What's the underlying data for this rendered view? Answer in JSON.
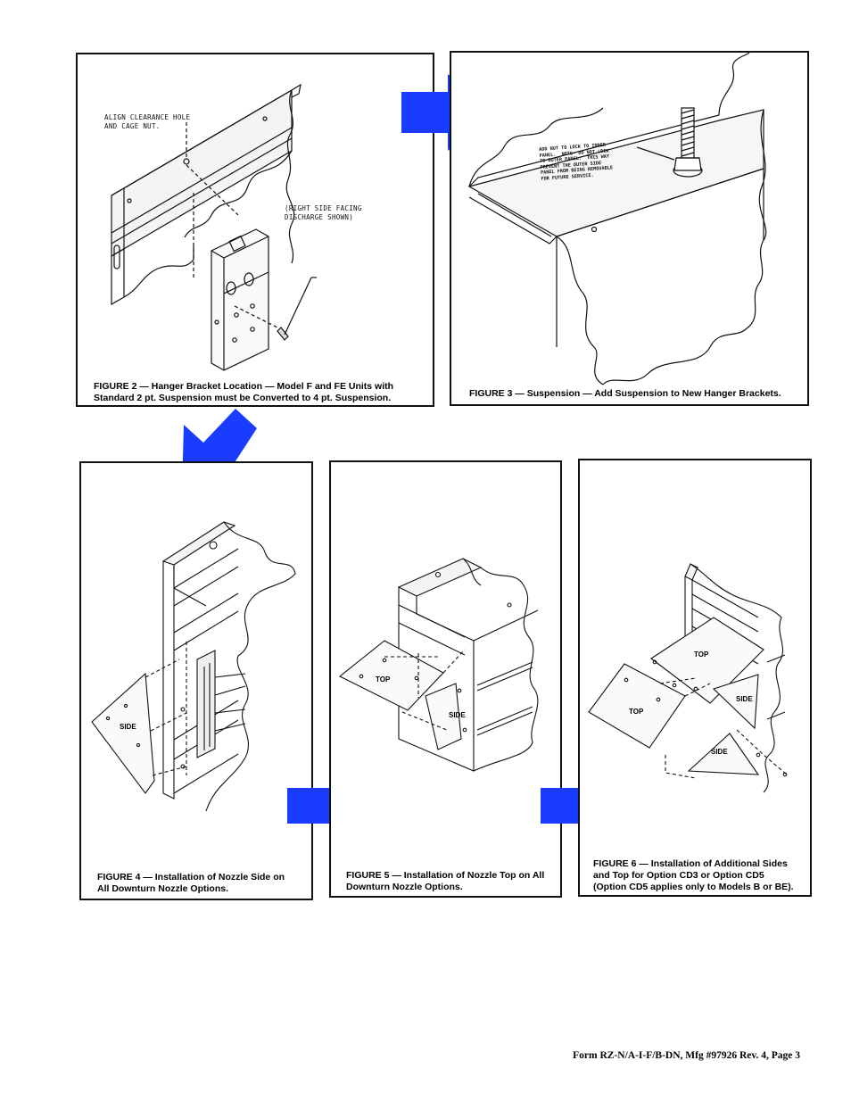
{
  "colors": {
    "arrow": "#1a3cff",
    "line": "#111111",
    "background": "#ffffff"
  },
  "figure2": {
    "title": "FIGURE 2 — Hanger Bracket Location  — Model F and FE Units with",
    "subtitle": "Standard 2 pt. Suspension must be Converted to 4 pt. Suspension.",
    "note_align": "ALIGN CLEARANCE HOLE\nAND CAGE NUT.",
    "note_side": "(RIGHT SIDE FACING\nDISCHARGE SHOWN)"
  },
  "figure3": {
    "title": "FIGURE 3 — Suspension — Add Suspension to New Hanger Brackets.",
    "note_nut": "ADD NUT TO LOCK TO INNER\nPANEL.  NOTE- DO NOT LOCK\nTO OUTER PANEL.  THIS WAY\nPREVENT THE OUTER SIDE\nPANEL FROM BEING REMOVABLE\nFOR FUTURE SERVICE."
  },
  "figure4": {
    "title": "FIGURE 4 — Installation of Nozzle Side on",
    "subtitle": "All Downturn Nozzle Options.",
    "label_side": "SIDE"
  },
  "figure5": {
    "title": "FIGURE 5 — Installation of Nozzle Top on All",
    "subtitle": "Downturn Nozzle Options.",
    "label_top": "TOP",
    "label_side": "SIDE"
  },
  "figure6": {
    "title": "FIGURE 6 — Installation of Additional Sides",
    "line2": "and Top for Option CD3 or Option CD5",
    "line3": "(Option CD5 applies only to Models B or BE).",
    "label_top_a": "TOP",
    "label_top_b": "TOP",
    "label_side_a": "SIDE",
    "label_side_b": "SIDE"
  },
  "footer": "Form RZ-N/A-I-F/B-DN, Mfg #97926 Rev. 4, Page 3"
}
